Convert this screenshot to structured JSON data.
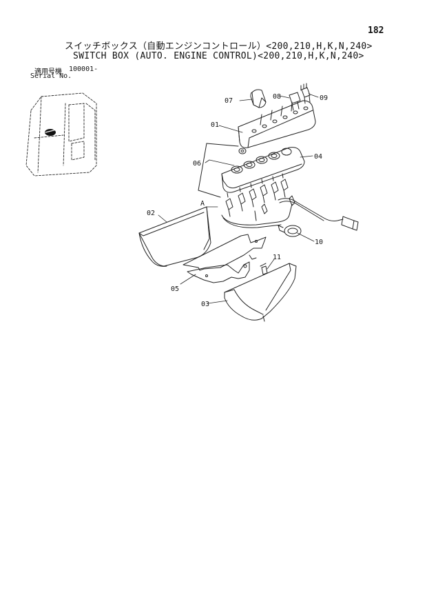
{
  "page_number": "182",
  "title_jp": "スイッチボックス（自動エンジンコントロール）<200,210,H,K,N,240>",
  "title_en": "SWITCH BOX (AUTO. ENGINE CONTROL)<200,210,H,K,N,240>",
  "serial": {
    "label_jp": "適用号機",
    "value": "100001-",
    "label_en": "Serial No."
  },
  "callouts": {
    "c01": "01",
    "c02": "02",
    "c03": "03",
    "c04": "04",
    "c05": "05",
    "c06": "06",
    "c07": "07",
    "c08": "08",
    "c09": "09",
    "c10": "10",
    "c11": "11",
    "view_a": "A"
  }
}
